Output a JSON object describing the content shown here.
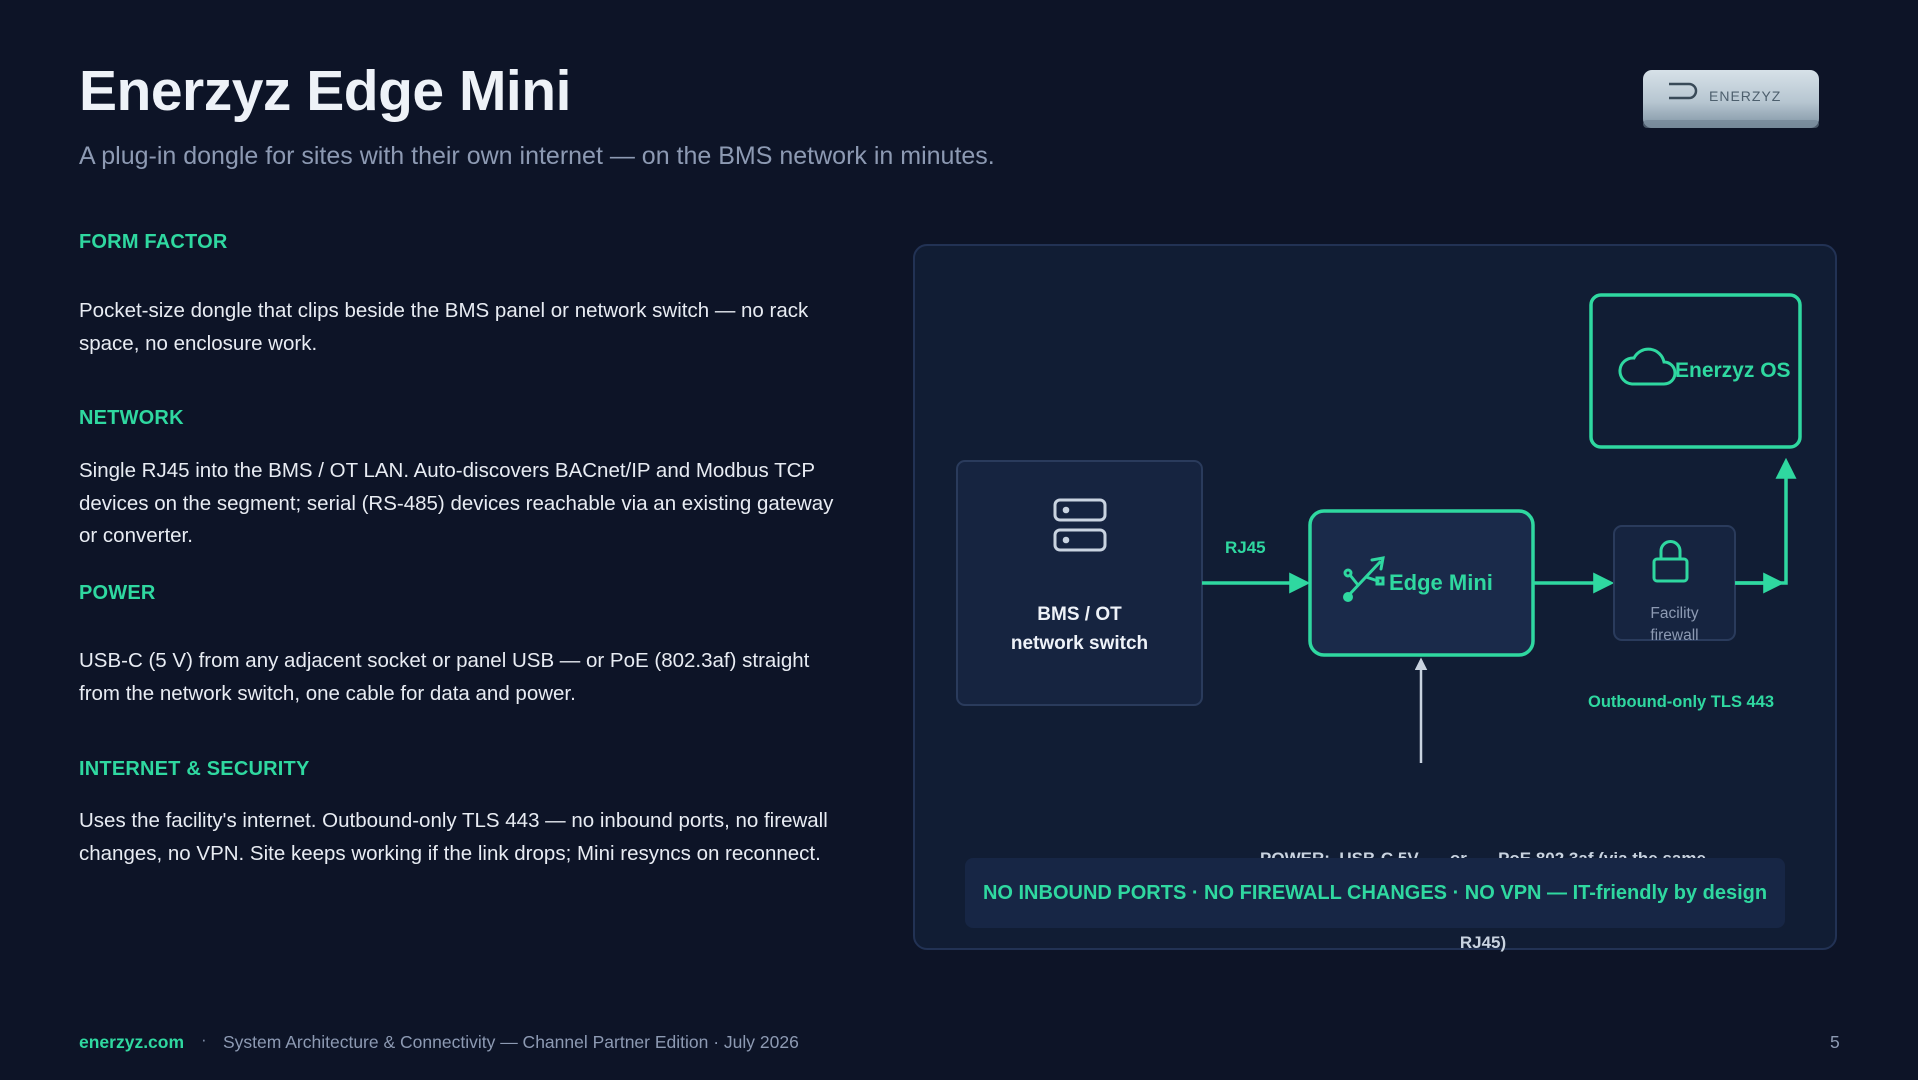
{
  "header": {
    "title": "Enerzyz Edge Mini",
    "subtitle": "A plug-in dongle for sites with their own internet — on the BMS network in minutes.",
    "device_label": "ENERZYZ"
  },
  "sections": [
    {
      "heading": "FORM FACTOR",
      "body": "Pocket-size dongle that clips beside the BMS panel or network switch — no rack space, no enclosure work."
    },
    {
      "heading": "NETWORK",
      "body": "Single RJ45 into the BMS / OT LAN. Auto-discovers BACnet/IP and Modbus TCP devices on the segment; serial (RS-485) devices reachable via an existing gateway or converter."
    },
    {
      "heading": "POWER",
      "body": "USB-C (5 V) from any adjacent socket or panel USB — or PoE (802.3af) straight from the network switch, one cable for data and power."
    },
    {
      "heading": "INTERNET & SECURITY",
      "body": "Uses the facility's internet. Outbound-only TLS 443 — no inbound ports, no firewall changes, no VPN. Site keeps working if the link drops; Mini resyncs on reconnect."
    }
  ],
  "diagram": {
    "switch_line1": "BMS / OT",
    "switch_line2": "network switch",
    "rj45_label": "RJ45",
    "edge_label": "Edge Mini",
    "firewall_line1": "Facility",
    "firewall_line2": "firewall",
    "cloud_label": "Enerzyz OS",
    "tls_label": "Outbound-only TLS 443",
    "power_line1": "POWER:  USB-C 5V   —or—   PoE 802.3af (via the same",
    "power_line2": "RJ45)",
    "banner": "NO INBOUND PORTS · NO FIREWALL CHANGES · NO VPN — IT-friendly by design"
  },
  "footer": {
    "link": "enerzyz.com",
    "separator": "·",
    "text": "System Architecture & Connectivity — Channel Partner Edition · July 2026",
    "page": "5"
  },
  "colors": {
    "background": "#0d1427",
    "accent": "#2fd8a0",
    "panel": "#111d34",
    "node": "#182744"
  }
}
